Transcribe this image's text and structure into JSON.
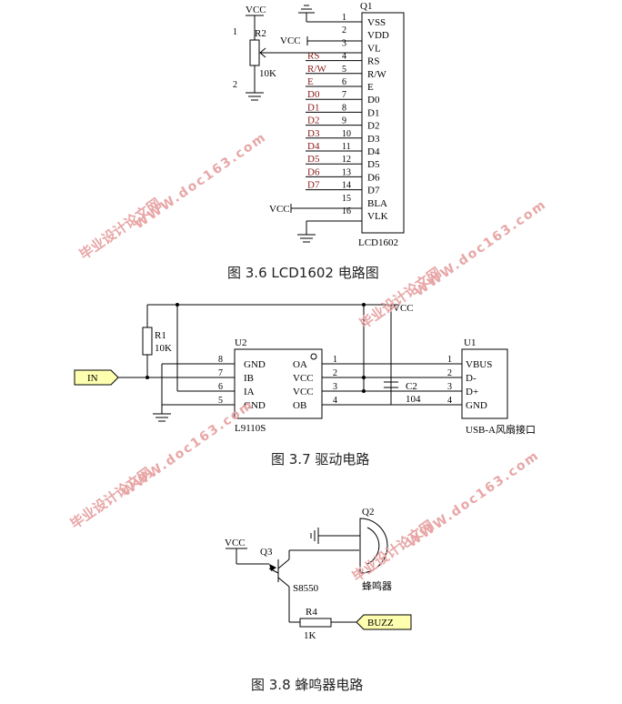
{
  "fig36": {
    "caption": "图 3.6   LCD1602 电路图",
    "ref": "Q1",
    "part": "LCD1602",
    "pins": [
      "1",
      "2",
      "3",
      "4",
      "5",
      "6",
      "7",
      "8",
      "9",
      "10",
      "11",
      "12",
      "13",
      "14",
      "15",
      "16"
    ],
    "pin_names": [
      "VSS",
      "VDD",
      "VL",
      "RS",
      "R/W",
      "E",
      "D0",
      "D1",
      "D2",
      "D3",
      "D4",
      "D5",
      "D6",
      "D7",
      "BLA",
      "VLK"
    ],
    "nets": [
      "RS",
      "R/W",
      "E",
      "D0",
      "D1",
      "D2",
      "D3",
      "D4",
      "D5",
      "D6",
      "D7"
    ],
    "vcc": "VCC",
    "r2": "R2",
    "r2_val": "10K",
    "pot_pin1": "1",
    "pot_pin2": "2"
  },
  "fig37": {
    "caption": "图 3.7    驱动电路",
    "r1": "R1",
    "r1_val": "10K",
    "u2": "U2",
    "u2_part": "L9110S",
    "u2_left": [
      "GND",
      "IB",
      "IA",
      "GND"
    ],
    "u2_left_pins": [
      "8",
      "7",
      "6",
      "5"
    ],
    "u2_right": [
      "OA",
      "VCC",
      "VCC",
      "OB"
    ],
    "u2_right_pins": [
      "1",
      "2",
      "3",
      "4"
    ],
    "c2": "C2",
    "c2_val": "104",
    "u1": "U1",
    "u1_pins": [
      "1",
      "2",
      "3",
      "4"
    ],
    "u1_names": [
      "VBUS",
      "D-",
      "D+",
      "GND"
    ],
    "u1_part": "USB-A风扇接口",
    "in_label": "IN",
    "vcc": "VCC"
  },
  "fig38": {
    "caption": "图 3.8  蜂鸣器电路",
    "vcc": "VCC",
    "q3": "Q3",
    "q3_part": "S8550",
    "q2": "Q2",
    "q2_part": "蜂鸣器",
    "r4": "R4",
    "r4_val": "1K",
    "buzz_label": "BUZZ"
  },
  "watermarks": [
    "毕业设计论文网",
    "WWW.doc163.com"
  ]
}
